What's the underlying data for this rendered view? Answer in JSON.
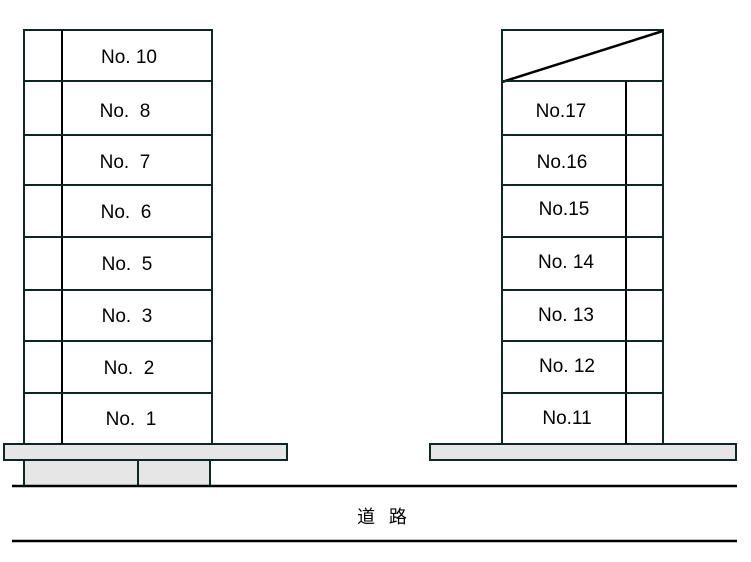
{
  "colors": {
    "line": "#0f2724",
    "base_fill": "#e6e6e6",
    "road_line": "#000000",
    "background": "#ffffff"
  },
  "left_block": {
    "stalls": [
      {
        "label": "No. 10"
      },
      {
        "label": "No.  8"
      },
      {
        "label": "No.  7"
      },
      {
        "label": "No.  6"
      },
      {
        "label": "No.  5"
      },
      {
        "label": "No.  3"
      },
      {
        "label": "No.  2"
      },
      {
        "label": "No.  1"
      }
    ]
  },
  "right_block": {
    "stalls": [
      {
        "label": "No.17"
      },
      {
        "label": "No.16"
      },
      {
        "label": "No.15"
      },
      {
        "label": "No. 14"
      },
      {
        "label": "No. 13"
      },
      {
        "label": "No. 12"
      },
      {
        "label": "No.11"
      }
    ]
  },
  "road": {
    "label": "道 路"
  }
}
